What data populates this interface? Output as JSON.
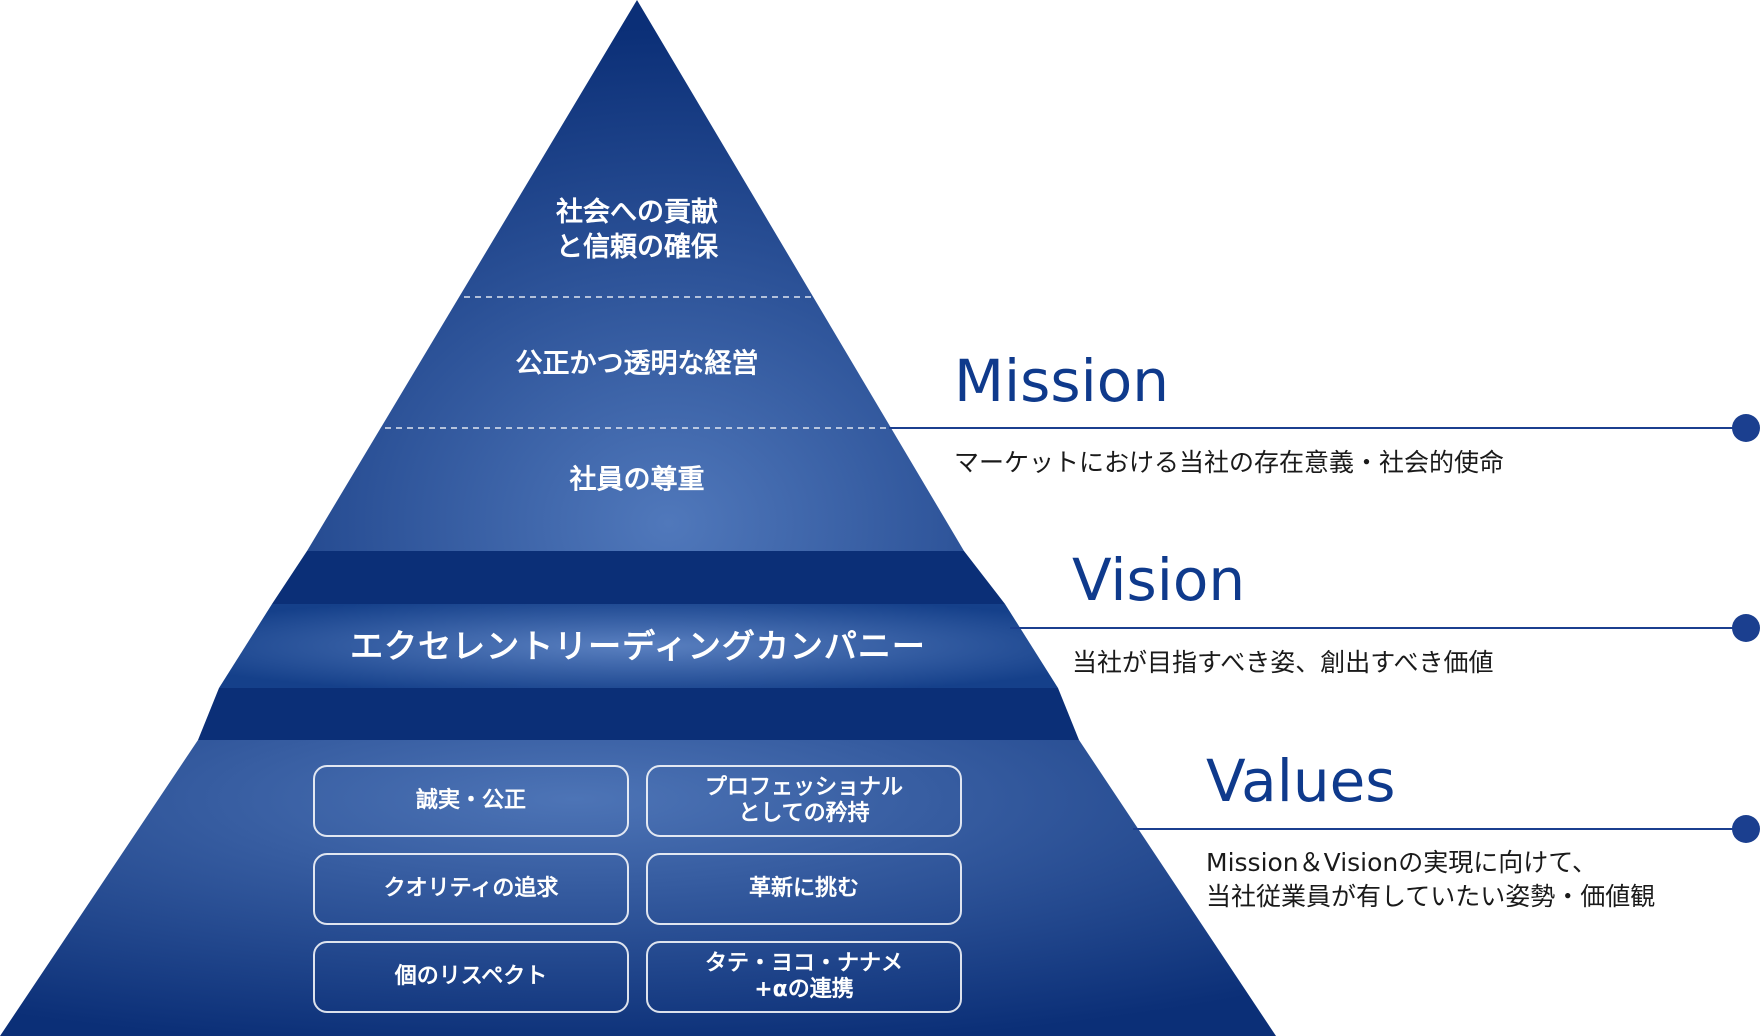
{
  "mission": {
    "heading": "Mission",
    "description": "マーケットにおける当社の存在意義・社会的使命",
    "tiers": [
      "社会への貢献\nと信頼の確保",
      "公正かつ透明な経営",
      "社員の尊重"
    ]
  },
  "vision": {
    "heading": "Vision",
    "description": "当社が目指すべき姿、創出すべき価値",
    "statement": "エクセレントリーディングカンパニー"
  },
  "values": {
    "heading": "Values",
    "description": "Mission＆Visionの実現に向けて、\n当社従業員が有していたい姿勢・価値観",
    "items": [
      "誠実・公正",
      "プロフェッショナル\nとしての矜持",
      "クオリティの追求",
      "革新に挑む",
      "個のリスペクト",
      "タテ・ヨコ・ナナメ\n+αの連携"
    ]
  },
  "colors": {
    "navy_dark": "#0b2f77",
    "navy_light": "#4f76b8",
    "connector": "#1b3f8f",
    "heading": "#0f3a8c"
  }
}
